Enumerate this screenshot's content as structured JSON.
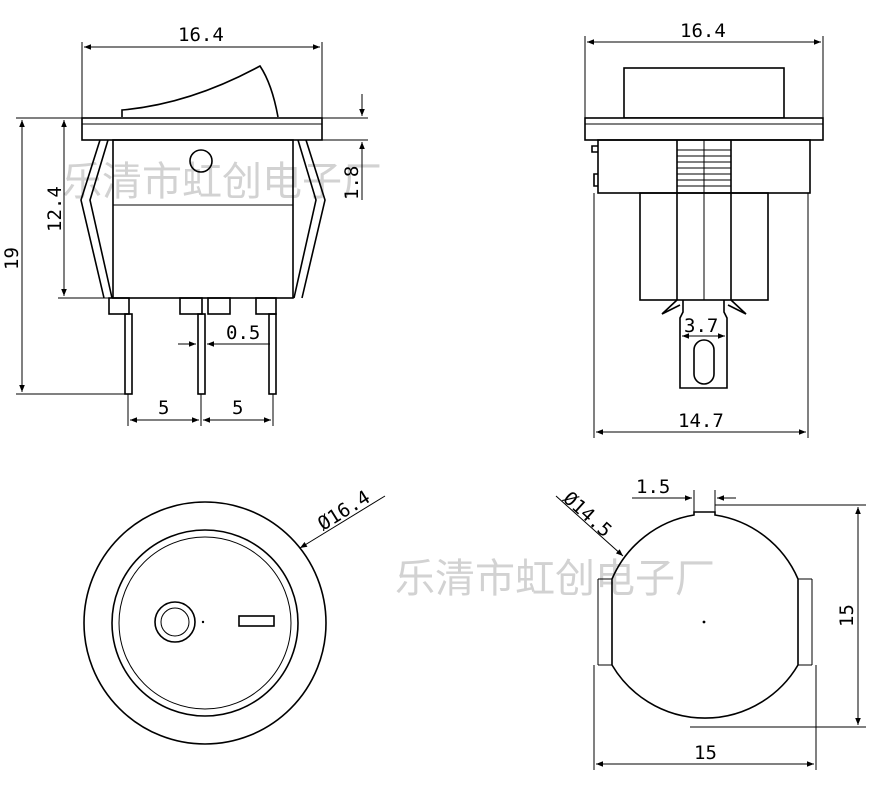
{
  "watermark": "乐清市虹创电子厂",
  "side_view": {
    "width": "16.4",
    "height_total": "19",
    "body_height": "12.4",
    "flange": "1.8",
    "pin_width": "0.5",
    "pin_pitch_left": "5",
    "pin_pitch_right": "5"
  },
  "front_view": {
    "width": "16.4",
    "terminal_width": "3.7",
    "base_width": "14.7"
  },
  "top_view": {
    "diameter": "Ø16.4"
  },
  "cutout_view": {
    "diameter": "Ø14.5",
    "key_width": "1.5",
    "height": "15",
    "width": "15"
  }
}
